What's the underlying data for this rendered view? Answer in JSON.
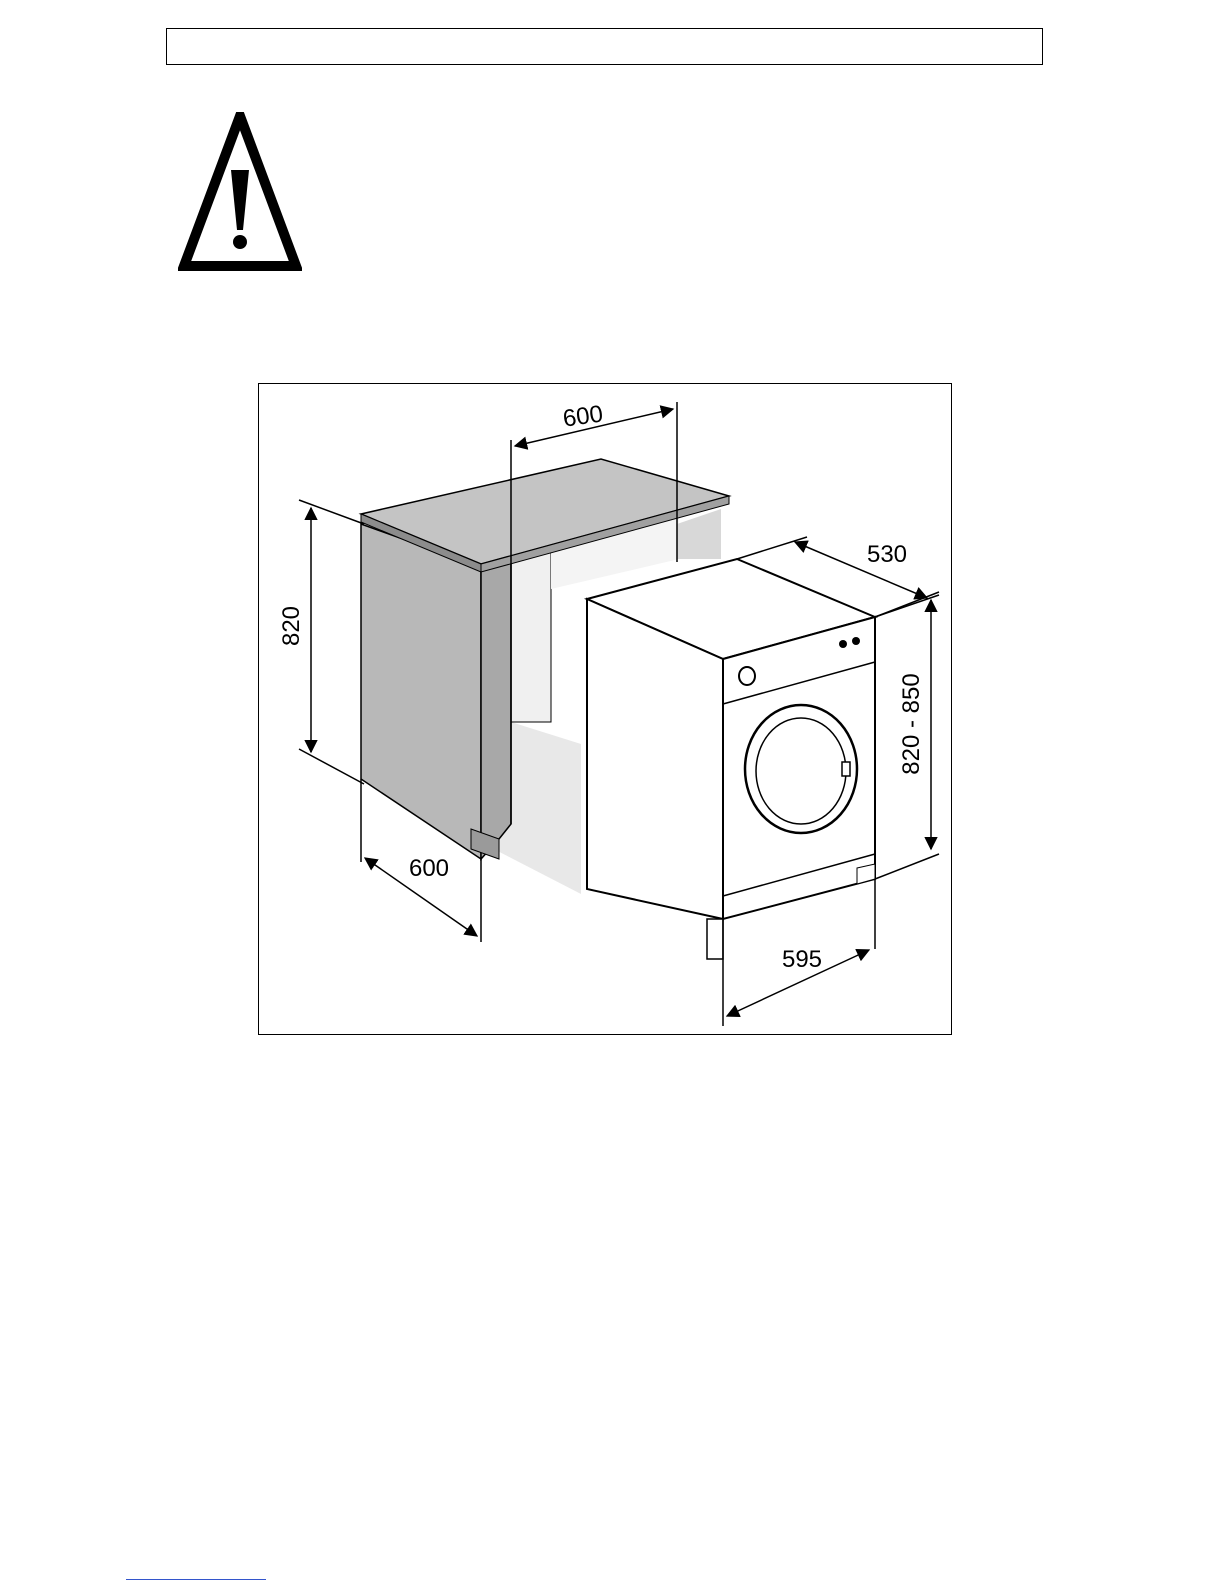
{
  "header": {
    "text": ""
  },
  "warning": {
    "icon": "warning-triangle-icon"
  },
  "diagram": {
    "dimensions": {
      "cabinet_width": "600",
      "cabinet_height": "820",
      "cabinet_depth": "600",
      "machine_depth": "530",
      "machine_height": "820 - 850",
      "machine_width": "595"
    },
    "colors": {
      "cabinet_fill": "#b8b8b8",
      "cabinet_top": "#c8c8c8",
      "recess_fill": "#e8e8e8",
      "machine_fill": "#ffffff",
      "line": "#000000"
    }
  },
  "footnote": {
    "rule_color": "#3355cc"
  }
}
